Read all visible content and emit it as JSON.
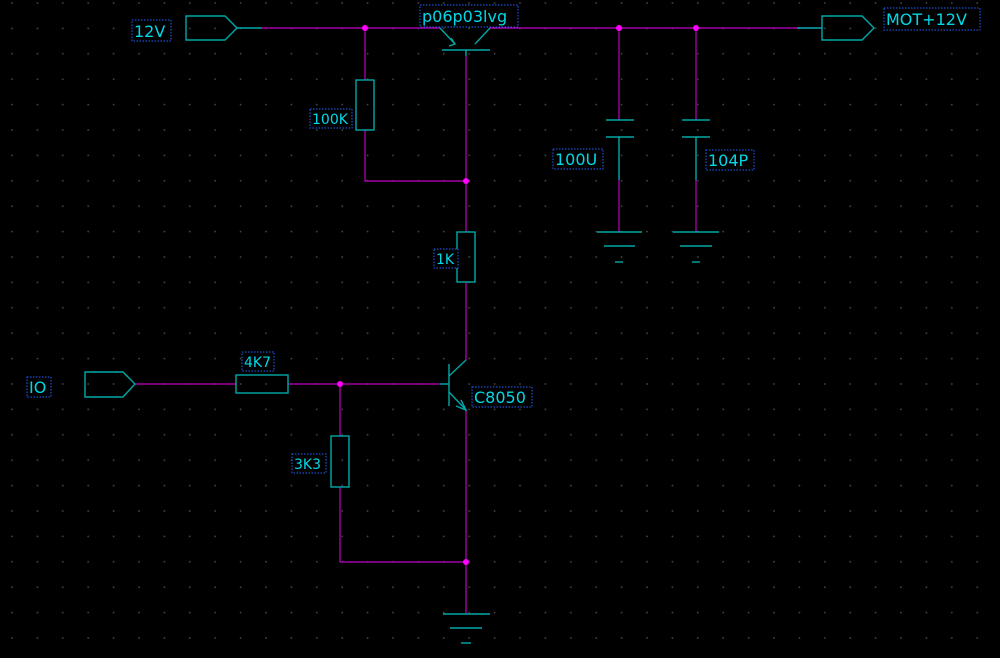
{
  "nets": {
    "supply_in": "12V",
    "supply_out": "MOT+12V",
    "io": "IO"
  },
  "components": {
    "pmos": "p06p03lvg",
    "npn": "C8050",
    "r_gate_pullup": "100K",
    "r_gate_series": "1K",
    "r_base": "4K7",
    "r_base_pulldown": "3K3",
    "c_bulk": "100U",
    "c_decouple": "104P"
  },
  "colors": {
    "background": "#000000",
    "wire": "#c000c0",
    "symbol": "#00a8a8",
    "junction": "#ff00ff",
    "label_text": "#00d8e8",
    "label_border": "#2060ff",
    "grid_dot": "#4a4a4a"
  }
}
